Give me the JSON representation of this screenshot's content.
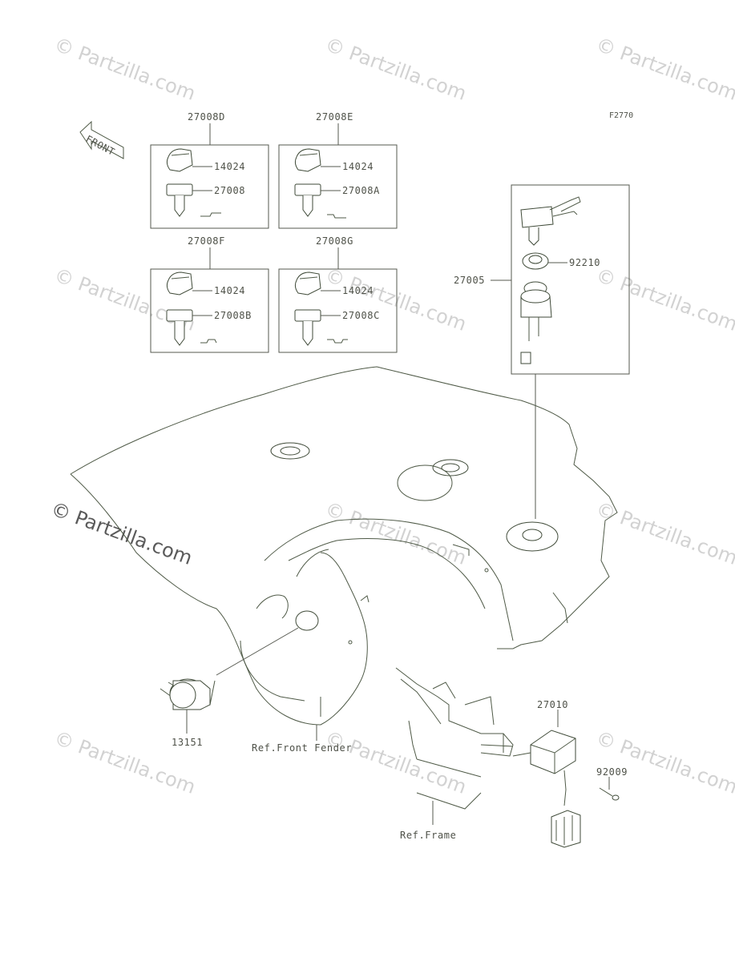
{
  "figure_code": "F2770",
  "direction_arrow": "FRONT",
  "watermark": "© Partzilla.com",
  "key_sets": [
    {
      "set": "27008D",
      "part1": "14024",
      "part2": "27008"
    },
    {
      "set": "27008E",
      "part1": "14024",
      "part2": "27008A"
    },
    {
      "set": "27008F",
      "part1": "14024",
      "part2": "27008B"
    },
    {
      "set": "27008G",
      "part1": "14024",
      "part2": "27008C"
    }
  ],
  "ignition_switch": {
    "assembly": "27005",
    "nut": "92210"
  },
  "lock": "13151",
  "relay": {
    "part": "27010",
    "bolt": "92009"
  },
  "refs": {
    "fender": "Ref.Front Fender",
    "frame": "Ref.Frame"
  },
  "colors": {
    "line": "#4f5a47",
    "watermark": "#d2d2d2"
  }
}
